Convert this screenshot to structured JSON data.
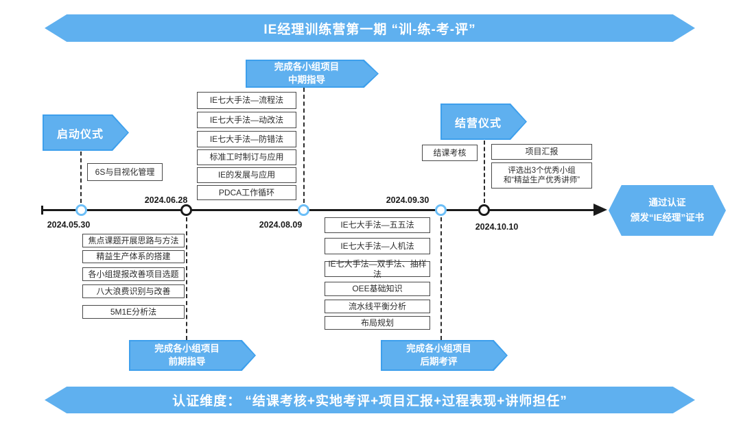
{
  "colors": {
    "banner_fill": "#5fb0ef",
    "banner_border": "#3d9fec",
    "timeline_black": "#1a1a1a",
    "node_blue": "#6bbef7",
    "box_border": "#474747"
  },
  "header": {
    "title": "IE经理训练营第一期 “训-练-考-评”"
  },
  "footer": {
    "text": "认证维度： “结课考核+实地考评+项目汇报+过程表现+讲师担任”"
  },
  "timeline": {
    "dates": [
      "2024.05.30",
      "2024.06.28",
      "2024.08.09",
      "2024.09.30",
      "2024.10.10"
    ]
  },
  "milestones": {
    "launch": "启动仪式",
    "mid_line1": "完成各小组项目",
    "mid_line2": "中期指导",
    "closing": "结营仪式",
    "early_line1": "完成各小组项目",
    "early_line2": "前期指导",
    "late_line1": "完成各小组项目",
    "late_line2": "后期考评"
  },
  "certificate": {
    "line1": "通过认证",
    "line2": "颁发“IE经理”证书"
  },
  "courses": {
    "launch_phase": [
      "6S与目视化管理"
    ],
    "phase1": [
      "焦点课题开展思路与方法",
      "精益生产体系的搭建",
      "各小组提报改善项目选题",
      "八大浪费识别与改善",
      "5M1E分析法"
    ],
    "phase2": [
      "IE七大手法—流程法",
      "IE七大手法—动改法",
      "IE七大手法—防错法",
      "标准工时制订与应用",
      "IE的发展与应用",
      "PDCA工作循环"
    ],
    "phase3": [
      "IE七大手法—五五法",
      "IE七大手法—人机法",
      "IE七大手法—双手法、抽样法",
      "OEE基础知识",
      "流水线平衡分析",
      "布局规划"
    ],
    "final_exam": "结课考核",
    "final_report": "项目汇报",
    "award_line1": "评选出3个优秀小组",
    "award_line2": "和“精益生产优秀讲师”"
  }
}
